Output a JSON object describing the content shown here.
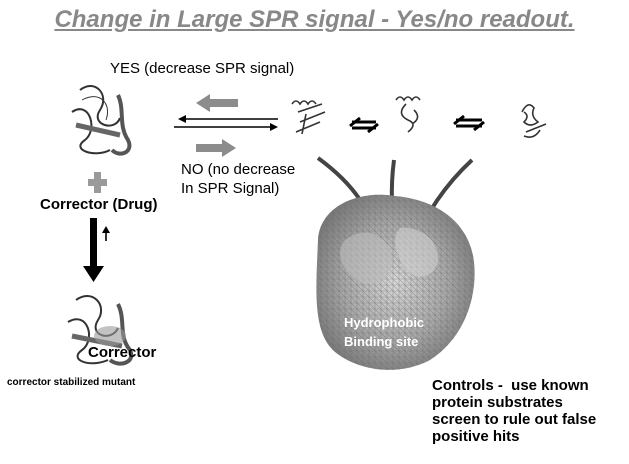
{
  "title": "Change in Large SPR signal - Yes/no readout.",
  "yes_label": "YES (decrease SPR signal)",
  "no_label": "NO (no decrease\nIn SPR Signal)",
  "corrector_drug_label": "Corrector (Drug)",
  "corrector_on_mutant_label": "Corrector",
  "mutant_caption": "corrector stabilized mutant",
  "binding_site_label": "Hydrophobic\nBinding site",
  "controls_text": "Controls -  use known\nprotein substrates\nscreen to rule out false\npositive hits",
  "colors": {
    "arrow_gray": "#8c8c8c",
    "dark": "#333333",
    "title_gray": "#888888"
  }
}
